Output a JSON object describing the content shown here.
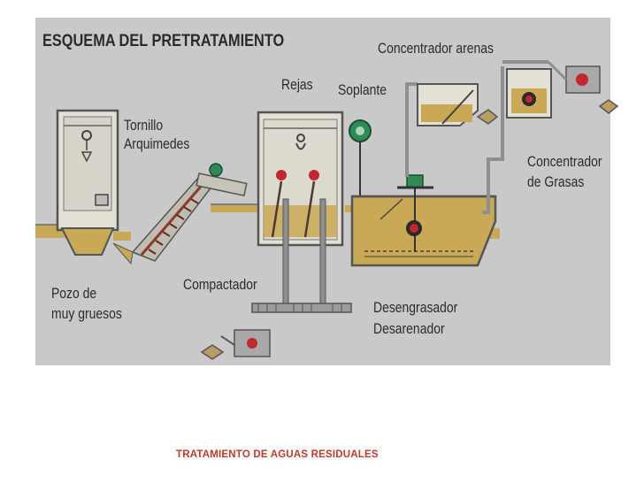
{
  "diagram": {
    "title": "ESQUEMA DEL PRETRATAMIENTO",
    "labels": {
      "tornillo": "Tornillo",
      "arquimedes": "Arquimedes",
      "rejas": "Rejas",
      "soplante": "Soplante",
      "concentrador_arenas": "Concentrador arenas",
      "concentrador": "Concentrador",
      "de_grasas": "de Grasas",
      "pozo_de": "Pozo de",
      "muy_gruesos": "muy gruesos",
      "compactador": "Compactador",
      "desengrasador": "Desengrasador",
      "desarenador": "Desarenador"
    },
    "colors": {
      "background": "#c9c9c9",
      "water": "#c9a856",
      "pipe": "#8f8f8f",
      "motor_red": "#c0282e",
      "motor_green": "#2f8a55",
      "sediment": "#b5a062"
    }
  },
  "footer": {
    "text": "TRATAMIENTO DE AGUAS RESIDUALES"
  }
}
